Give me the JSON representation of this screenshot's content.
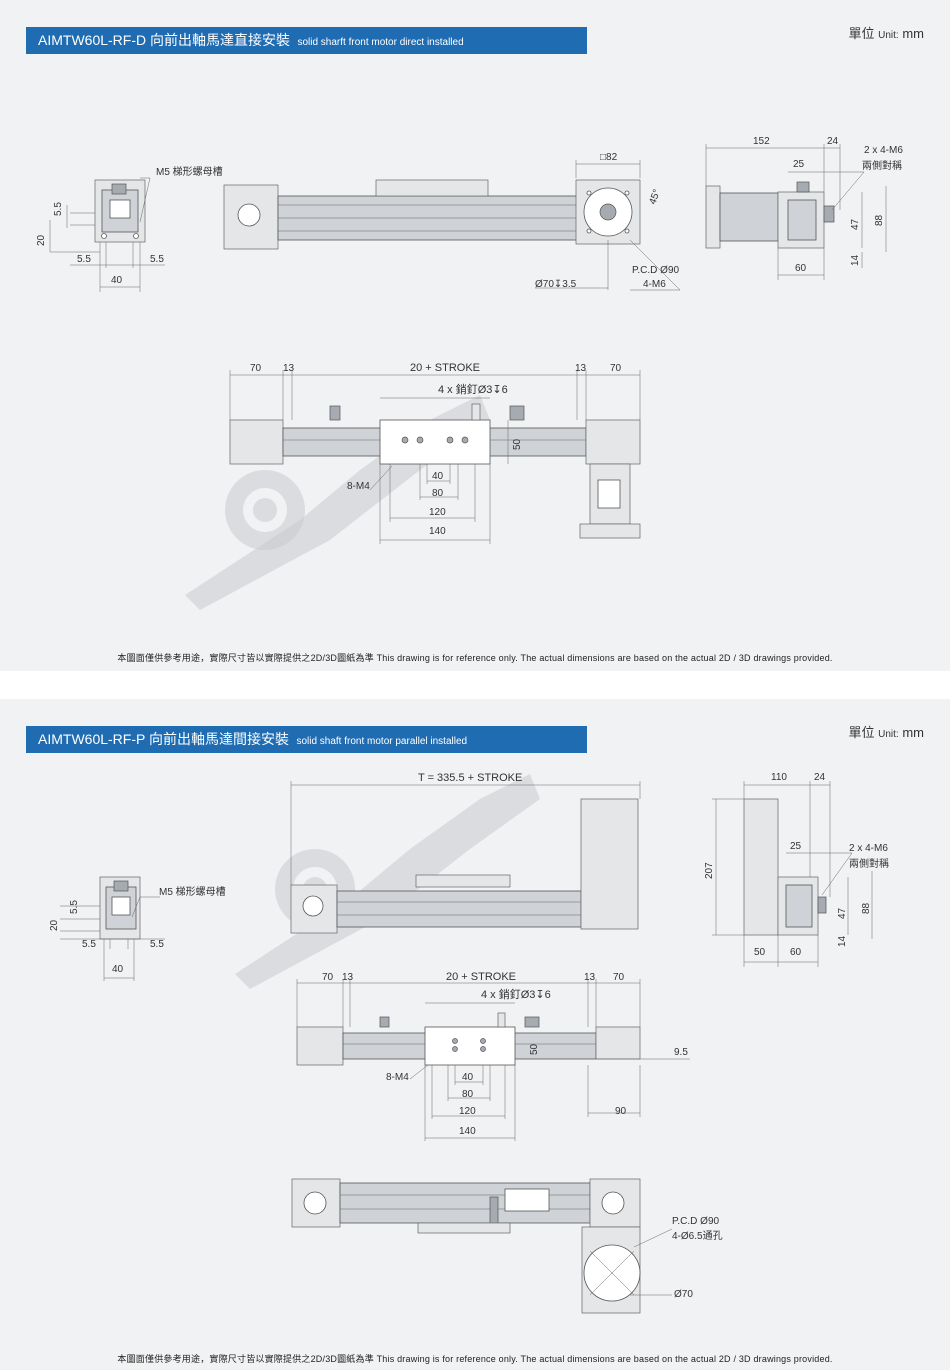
{
  "unit": {
    "label_cn": "單位",
    "label_en": "Unit:",
    "value": "mm"
  },
  "footer": "本圖面僅供參考用途，實際尺寸皆以實際提供之2D/3D圖紙為準 This drawing is for reference only. The actual dimensions are based on the actual 2D / 3D drawings provided.",
  "section1": {
    "title": "AIMTW60L-RF-D 向前出軸馬達直接安裝",
    "subtitle": "solid sharft front motor direct installed",
    "dims": {
      "d_5_5": "5.5",
      "d_20": "20",
      "d_40": "40",
      "m5_slot": "M5 梯形螺母槽",
      "sq82": "□82",
      "deg45": "45°",
      "pcd": "P.C.D Ø90",
      "m6": "4-M6",
      "phi70": "Ø70↧3.5",
      "d152": "152",
      "d24": "24",
      "d25": "25",
      "m6x2": "2 x 4-M6",
      "both_sides": "兩側對稱",
      "d47": "47",
      "d88": "88",
      "d14": "14",
      "d60": "60",
      "d70": "70",
      "d13": "13",
      "stroke": "20 + STROKE",
      "pins": "4 x 銷釘Ø3↧6",
      "d50": "50",
      "m4": "8-M4",
      "d80": "80",
      "d120": "120",
      "d140": "140"
    }
  },
  "section2": {
    "title": "AIMTW60L-RF-P 向前出軸馬達間接安裝",
    "subtitle": "solid shaft front motor parallel installed",
    "dims": {
      "d_5_5": "5.5",
      "d_20": "20",
      "d_40": "40",
      "m5_slot": "M5 梯形螺母槽",
      "total": "T = 335.5 + STROKE",
      "d110": "110",
      "d24": "24",
      "d207": "207",
      "d25": "25",
      "m6x2": "2 x 4-M6",
      "both_sides": "兩側對稱",
      "d47": "47",
      "d88": "88",
      "d14": "14",
      "d50": "50",
      "d60": "60",
      "d70": "70",
      "d13": "13",
      "stroke": "20 + STROKE",
      "pins": "4 x 銷釘Ø3↧6",
      "d9_5": "9.5",
      "m4": "8-M4",
      "d80": "80",
      "d120": "120",
      "d140": "140",
      "d90": "90",
      "pcd": "P.C.D Ø90",
      "holes": "4-Ø6.5通孔",
      "phi70": "Ø70"
    }
  }
}
